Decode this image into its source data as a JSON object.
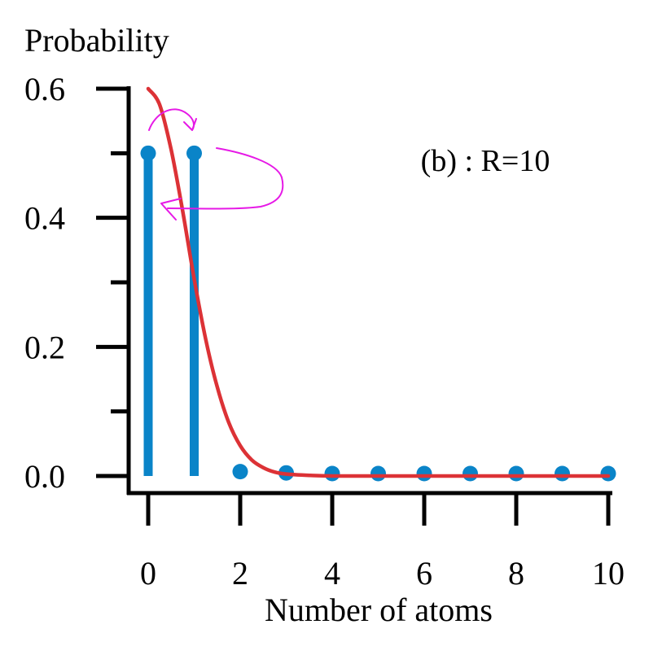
{
  "chart_data": {
    "type": "scatter",
    "title": "",
    "annotation": "(b) : R=10",
    "ylabel": "Probability",
    "xlabel": "Number of atoms",
    "xlim": [
      0,
      10
    ],
    "ylim": [
      0,
      0.6
    ],
    "x_ticks": [
      0,
      2,
      4,
      6,
      8,
      10
    ],
    "x_tick_labels": [
      "0",
      "2",
      "4",
      "6",
      "8",
      "10"
    ],
    "y_ticks": [
      0.0,
      0.2,
      0.4,
      0.6
    ],
    "y_tick_labels": [
      "0.0",
      "0.2",
      "0.4",
      "0.6"
    ],
    "y_minor_ticks": [
      0.1,
      0.3,
      0.5
    ],
    "grid": false,
    "series": [
      {
        "kind": "stem",
        "color": "#0a84c8",
        "x": [
          0,
          1,
          2,
          3,
          4,
          5,
          6,
          7,
          8,
          9,
          10
        ],
        "y": [
          0.5,
          0.5,
          0.003,
          0.001,
          0.0,
          0.0,
          0.0,
          0.0,
          0.0,
          0.0,
          0.0
        ]
      },
      {
        "kind": "line",
        "color": "#dc3236",
        "x": [
          0,
          0.25,
          0.5,
          0.75,
          1.0,
          1.25,
          1.5,
          1.75,
          2.0,
          2.25,
          2.5,
          2.75,
          3.0,
          3.5,
          4.0,
          5,
          6,
          7,
          8,
          9,
          10
        ],
        "y": [
          0.6,
          0.575,
          0.505,
          0.41,
          0.305,
          0.212,
          0.138,
          0.083,
          0.047,
          0.025,
          0.013,
          0.006,
          0.003,
          0.001,
          0.0,
          0.0,
          0.0,
          0.0,
          0.0,
          0.0,
          0.0
        ]
      }
    ],
    "handwritten_annotation": {
      "color": "#e619e6",
      "description": "two curved arrows between x=0 and x=1 stems"
    }
  }
}
